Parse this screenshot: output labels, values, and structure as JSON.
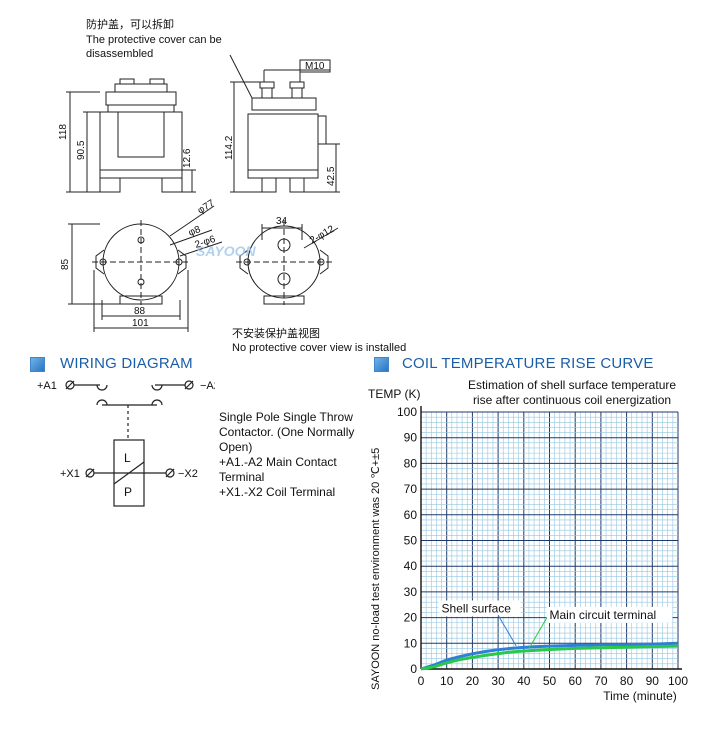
{
  "drawing": {
    "cover_note_cn": "防护盖，可以拆卸",
    "cover_note_en_1": "The protective cover can be",
    "cover_note_en_2": "disassembled",
    "no_cover_note_cn": "不安装保护盖视图",
    "no_cover_note_en": "No protective cover view is installed",
    "dims": {
      "h118": "118",
      "h90_5": "90.5",
      "h12_6": "12.6",
      "h114_2": "114.2",
      "h42_5": "42.5",
      "thread": "M10",
      "d77": "φ77",
      "d8": "φ8",
      "d6": "2-φ6",
      "h85": "85",
      "w88": "88",
      "w101": "101",
      "w34": "34",
      "d12": "2-φ12"
    },
    "brand": "SAYOON"
  },
  "wiring": {
    "title": "WIRING DIAGRAM",
    "terminal_a1": "+A1",
    "terminal_a2": "−A2",
    "terminal_x1": "+X1",
    "terminal_x2": "−X2",
    "coil_top": "L",
    "coil_bottom": "P",
    "desc": [
      "Single Pole Single Throw",
      "Contactor. (One Normally",
      "Open)",
      "+A1.-A2  Main Contact",
      "Terminal",
      "+X1.-X2 Coil Terminal"
    ]
  },
  "chart_data": {
    "type": "line",
    "section_title": "COIL TEMPERATURE RISE CURVE",
    "title_line1": "Estimation of shell surface temperature",
    "title_line2": "rise after continuous coil energization",
    "ylabel": "TEMP (K)",
    "side_label": "SAYOON no-load test environment was 20 ℃+±5",
    "xlabel": "Time (minute)",
    "xlim": [
      0,
      100
    ],
    "ylim": [
      0,
      100
    ],
    "xticks": [
      0,
      10,
      20,
      30,
      40,
      50,
      60,
      70,
      80,
      90,
      100
    ],
    "yticks": [
      0,
      10,
      20,
      30,
      40,
      50,
      60,
      70,
      80,
      90,
      100
    ],
    "grid": true,
    "series": [
      {
        "name": "Shell surface",
        "color": "#2f7fd6",
        "x": [
          0,
          5,
          10,
          15,
          20,
          25,
          30,
          35,
          40,
          45,
          50,
          60,
          70,
          80,
          90,
          100
        ],
        "y": [
          0,
          1.5,
          3.5,
          4.8,
          5.9,
          6.8,
          7.5,
          8.0,
          8.4,
          8.7,
          8.9,
          9.2,
          9.4,
          9.5,
          9.7,
          10
        ]
      },
      {
        "name": "Main circuit terminal",
        "color": "#28c84a",
        "x": [
          0,
          5,
          10,
          15,
          20,
          25,
          30,
          35,
          40,
          45,
          50,
          60,
          70,
          80,
          90,
          100
        ],
        "y": [
          0,
          0.8,
          2.4,
          3.6,
          4.5,
          5.3,
          6.0,
          6.6,
          7.0,
          7.3,
          7.6,
          8.0,
          8.3,
          8.5,
          8.7,
          8.9
        ]
      }
    ]
  }
}
